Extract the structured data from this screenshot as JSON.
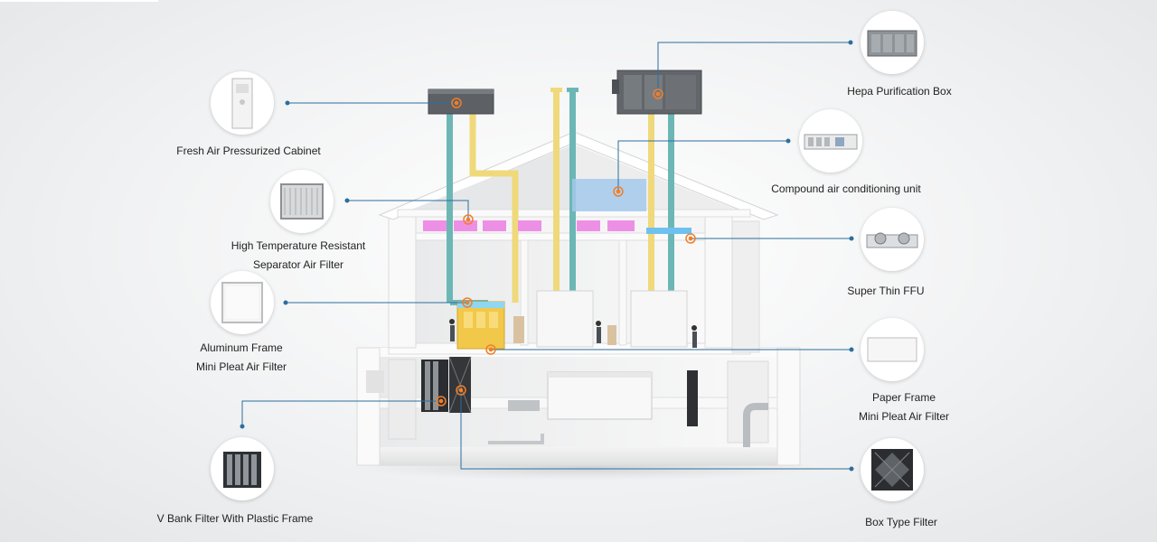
{
  "labels": {
    "fresh_air": "Fresh Air Pressurized Cabinet",
    "high_temp_1": "High Temperature Resistant",
    "high_temp_2": "Separator Air Filter",
    "aluminum_1": "Aluminum Frame",
    "aluminum_2": "Mini Pleat Air Filter",
    "vbank": "V Bank Filter With Plastic Frame",
    "hepa_box": "Hepa Purification Box",
    "compound_ac": "Compound air conditioning unit",
    "super_ffu": "Super Thin FFU",
    "paper_1": "Paper Frame",
    "paper_2": "Mini Pleat Air Filter",
    "box_type": "Box Type Filter"
  },
  "colors": {
    "duct_teal": "#6cb7b6",
    "duct_yellow": "#efd97a",
    "pink_filter": "#ee8fe6",
    "blue_ffu": "#6ec1ef",
    "marker_orange": "#f07f2a",
    "leader_blue": "#2c6e9e",
    "house_white": "#f7f7f7"
  }
}
